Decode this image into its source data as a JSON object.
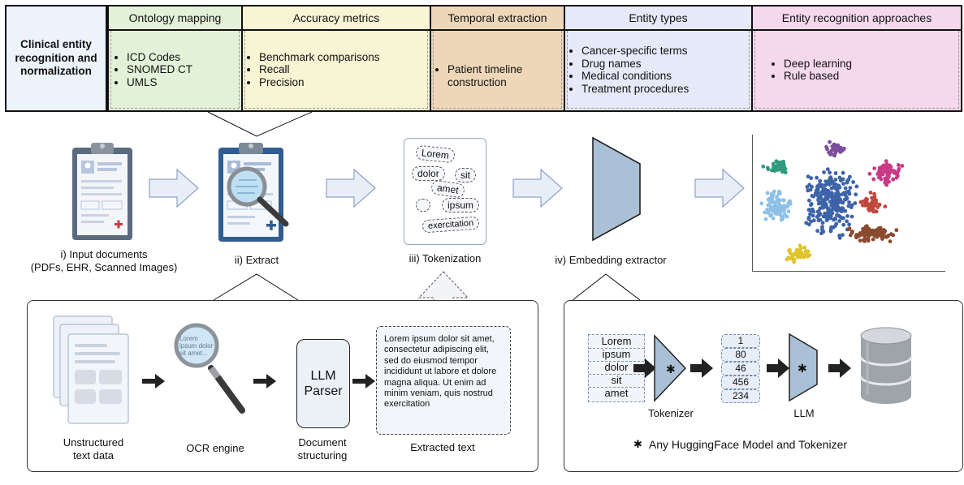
{
  "title": "Clinical entity recognition and normalization",
  "categories": [
    {
      "header": "Ontology mapping",
      "items": [
        "ICD Codes",
        "SNOMED CT",
        "UMLS"
      ],
      "color": "#e2f2d8"
    },
    {
      "header": "Accuracy metrics",
      "items": [
        "Benchmark comparisons",
        "Recall",
        "Precision"
      ],
      "color": "#f7f5d4"
    },
    {
      "header": "Temporal extraction",
      "items": [
        "Patient timeline construction"
      ],
      "color": "#eed7b8"
    },
    {
      "header": "Entity types",
      "items": [
        "Cancer-specific terms",
        "Drug names",
        "Medical conditions",
        "Treatment procedures"
      ],
      "color": "#e6eaf8"
    },
    {
      "header": "Entity recognition approaches",
      "items": [
        "Deep learning",
        "Rule based"
      ],
      "color": "#f6d8ec"
    }
  ],
  "pipeline": {
    "input_label_1": "i) Input documents",
    "input_label_2": "(PDFs, EHR, Scanned Images)",
    "extract_label": "ii) Extract",
    "tokenization_label": "iii) Tokenization",
    "embedding_label": "iv) Embedding extractor",
    "tokens": [
      "Lorem",
      "dolor",
      "sit",
      "amet",
      "ipsum",
      "exercitation"
    ]
  },
  "extract_panel": {
    "unstructured_1": "Unstructured",
    "unstructured_2": "text data",
    "ocr_text": "Lorem ipsum dolor sit amet...",
    "ocr_label": "OCR engine",
    "parser_1": "LLM",
    "parser_2": "Parser",
    "doc_struct_1": "Document",
    "doc_struct_2": "structuring",
    "extracted_text": "Lorem ipsum dolor sit amet, consectetur adipiscing elit, sed do eiusmod tempor incididunt ut labore et dolore magna aliqua. Ut enim ad minim veniam, quis nostrud exercitation",
    "extracted_label": "Extracted text"
  },
  "embed_panel": {
    "words": [
      "Lorem",
      "ipsum",
      "dolor",
      "sit",
      "amet"
    ],
    "ids": [
      "1",
      "80",
      "46",
      "456",
      "234"
    ],
    "tokenizer_label": "Tokenizer",
    "llm_label": "LLM",
    "footnote": "Any HuggingFace Model and Tokenizer"
  },
  "cluster_colors": [
    "#3d63a8",
    "#8ec0e6",
    "#2e9a7e",
    "#7b4f9e",
    "#c93a86",
    "#c0473d",
    "#8a4a2e",
    "#e0c42f"
  ]
}
